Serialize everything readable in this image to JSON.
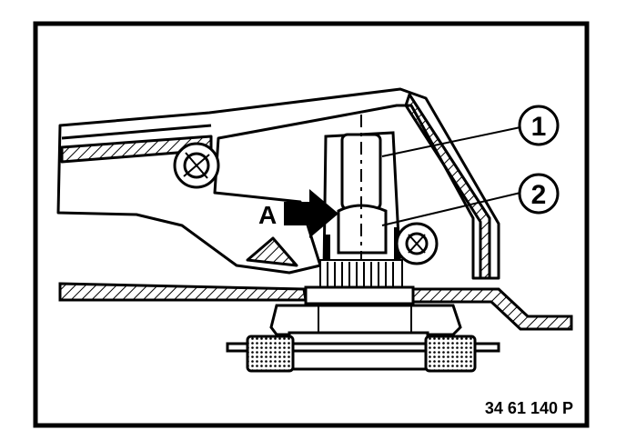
{
  "figure": {
    "callouts": [
      "1",
      "2"
    ],
    "arrow_label": "A",
    "reference_code": "34 61 140 P"
  },
  "colors": {
    "ink": "#000000",
    "paper": "#ffffff"
  }
}
